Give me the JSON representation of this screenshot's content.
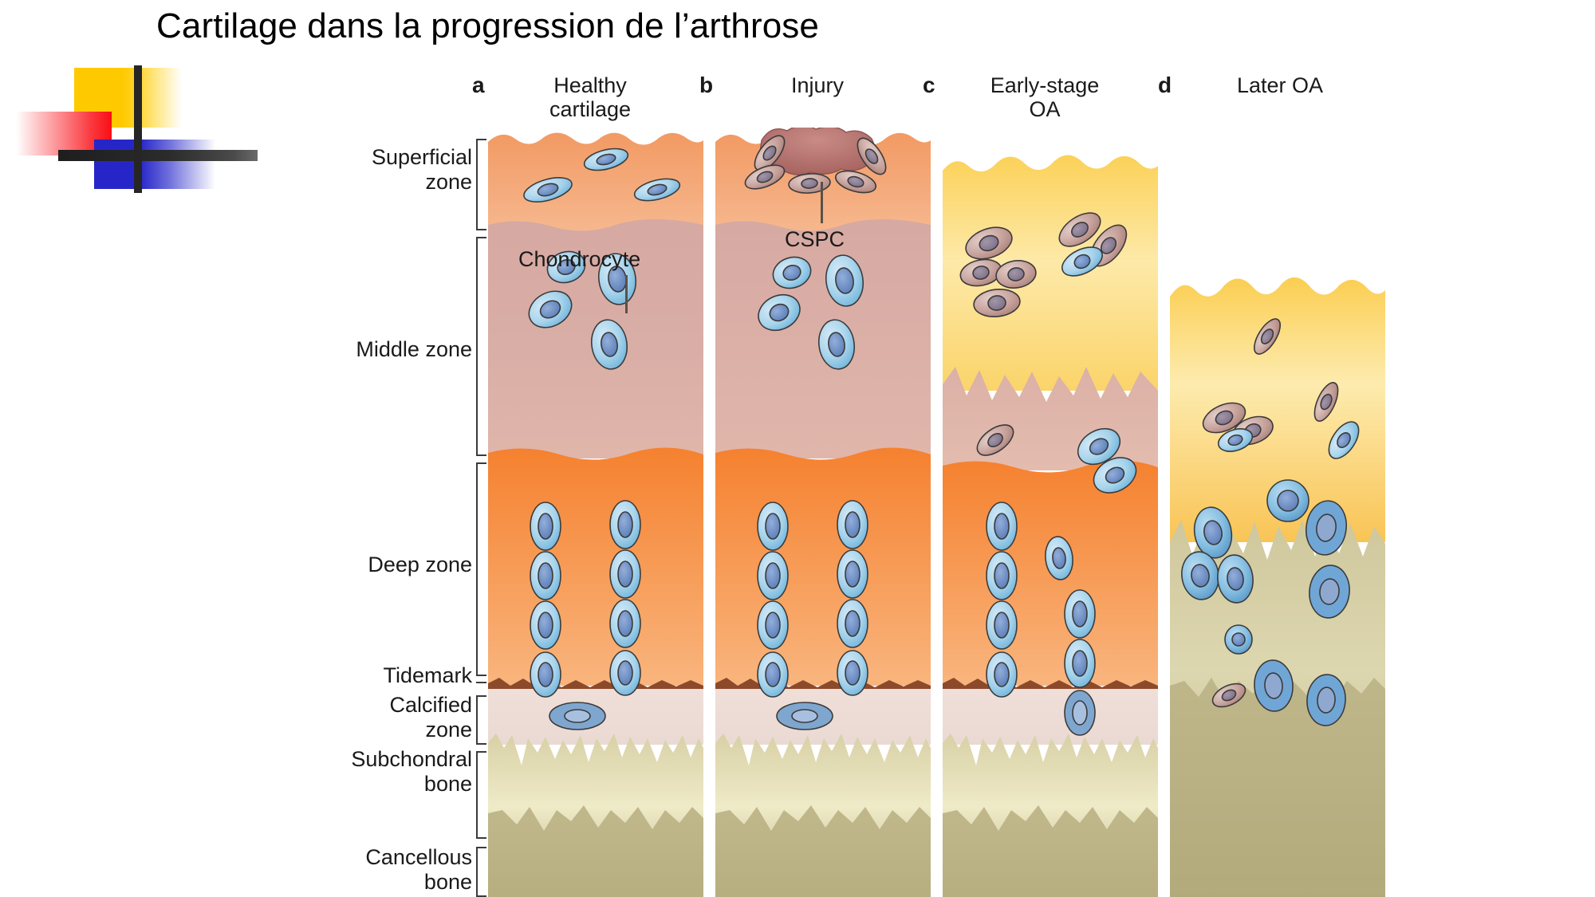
{
  "slide": {
    "title": "Cartilage dans la progression de l’arthrose",
    "background": "#ffffff"
  },
  "logo": {
    "name": "decorative-logo",
    "colors": {
      "yellow": "#FFC900",
      "red": "#FA0E14",
      "blue": "#2626C8",
      "bar": "#262626"
    }
  },
  "figure": {
    "panels": [
      {
        "letter": "a",
        "title": "Healthy\ncartilage"
      },
      {
        "letter": "b",
        "title": "Injury"
      },
      {
        "letter": "c",
        "title": "Early-stage\nOA"
      },
      {
        "letter": "d",
        "title": "Later OA"
      }
    ],
    "zones": [
      {
        "id": "superficial",
        "label": "Superficial\nzone"
      },
      {
        "id": "middle",
        "label": "Middle zone"
      },
      {
        "id": "deep",
        "label": "Deep zone"
      },
      {
        "id": "tidemark",
        "label": "Tidemark"
      },
      {
        "id": "calcified",
        "label": "Calcified\nzone"
      },
      {
        "id": "subchondral",
        "label": "Subchondral\nbone"
      },
      {
        "id": "cancellous",
        "label": "Cancellous\nbone"
      }
    ],
    "annotations": [
      {
        "id": "cspc",
        "label": "CSPC"
      },
      {
        "id": "chondrocyte",
        "label": "Chondrocyte"
      }
    ],
    "colors": {
      "superficial": "#F5A472",
      "middle": "#D8ACA4",
      "deep": "#F5823C",
      "tidemark": "#8C4A2A",
      "calcified": "#EFDCD6",
      "subchondral": "#CFC79C",
      "cancellous": "#B7AE80",
      "degraded_matrix": "#FBD46A",
      "lesion": "#B9736E",
      "chondrocyte_fill": "#A8D4EC",
      "chondrocyte_nucleus": "#6D8FC4",
      "cspc_fill": "#C9A0A0",
      "cspc_nucleus": "#9C8090",
      "outline": "#3b3b3b"
    }
  }
}
